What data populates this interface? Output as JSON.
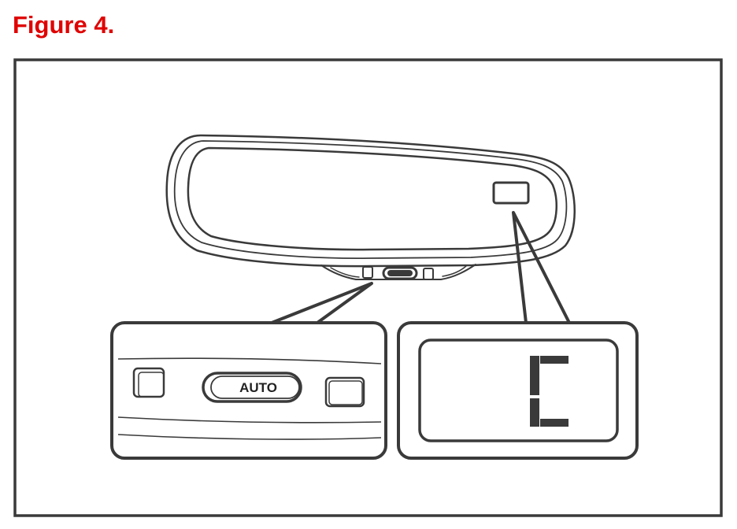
{
  "figure_title": "Figure 4.",
  "auto_label": "AUTO",
  "display_char": "C",
  "colors": {
    "title": "#e00000",
    "line": "#3a3a3a",
    "background": "#ffffff"
  }
}
